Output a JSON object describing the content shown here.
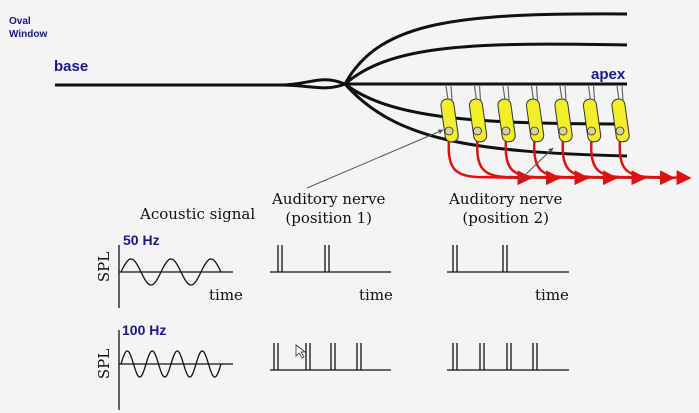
{
  "labels": {
    "oval_window_line1": "Oval",
    "oval_window_line2": "Window",
    "base": "base",
    "apex": "apex",
    "acoustic_signal": "Acoustic signal",
    "nerve1_line1": "Auditory nerve",
    "nerve1_line2": "(position 1)",
    "nerve2_line1": "Auditory nerve",
    "nerve2_line2": "(position 2)",
    "spl": "SPL",
    "time": "time",
    "freq_50": "50 Hz",
    "freq_100": "100 Hz"
  },
  "colors": {
    "label_blue": "#1a1a8c",
    "hair_cell_yellow": "#f2ee2a",
    "axon_red": "#e01010",
    "membrane": "#111111"
  },
  "signals": {
    "row_50hz": {
      "cycles": 2.5,
      "spikes_pos1": 2,
      "spikes_pos2": 2
    },
    "row_100hz": {
      "cycles": 4,
      "spikes_pos1": 4,
      "spikes_pos2": 4
    }
  },
  "hair_cell_count": 7
}
